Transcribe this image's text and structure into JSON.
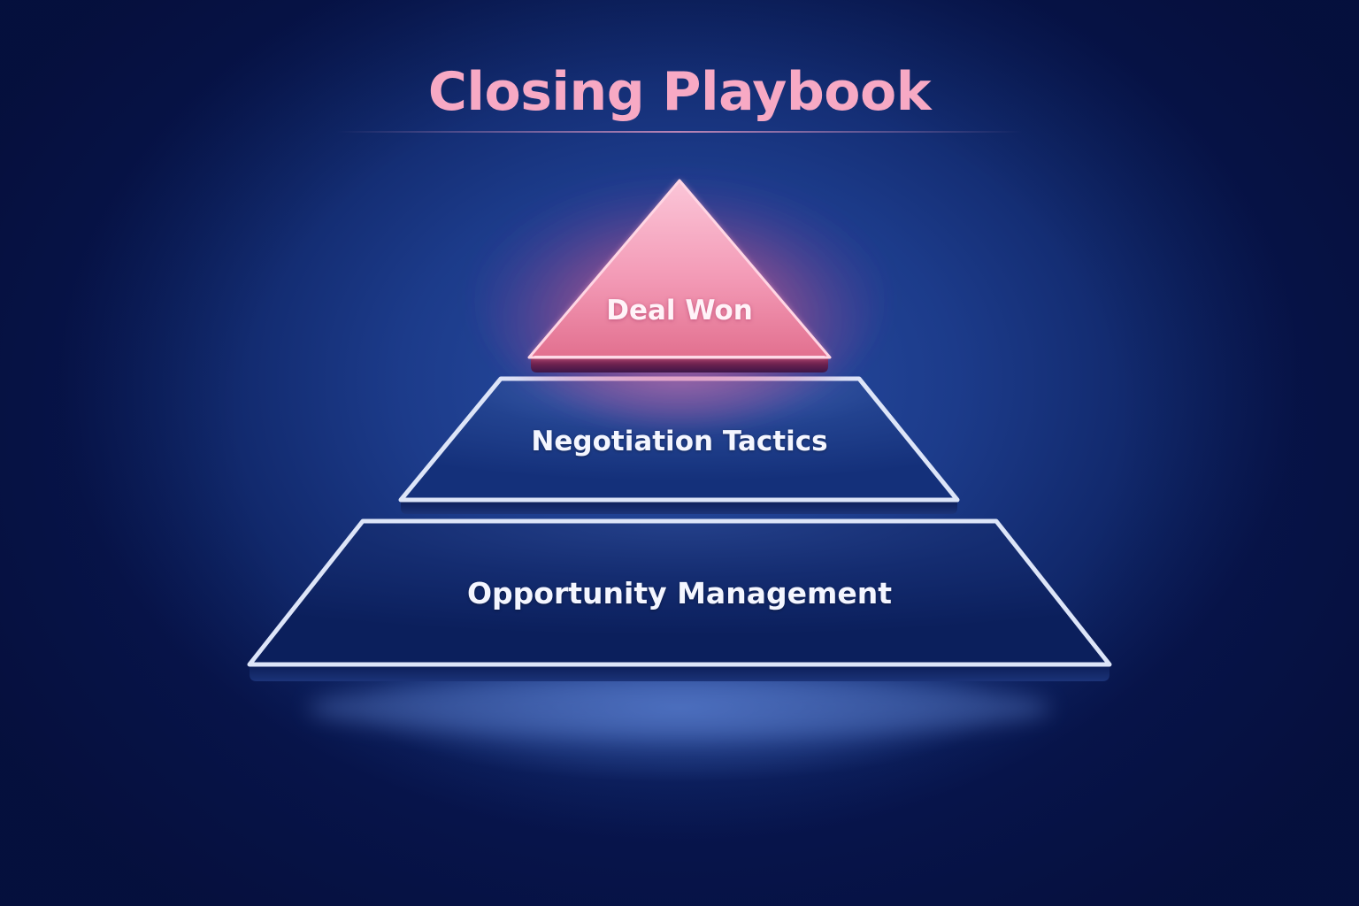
{
  "title": "Closing Playbook",
  "colors": {
    "background": "#0f2566",
    "title": "#f7a9c4",
    "apex_fill": "#f08aa8",
    "tier_fill": "#122a72",
    "tier_border": "#dfe6f8",
    "label_text": "#f4f6ff"
  },
  "pyramid": {
    "tiers": [
      {
        "level": 1,
        "position": "top",
        "shape": "triangle",
        "label": "Deal Won",
        "highlight": true
      },
      {
        "level": 2,
        "position": "middle",
        "shape": "trapezoid",
        "label": "Negotiation Tactics",
        "highlight": false
      },
      {
        "level": 3,
        "position": "bottom",
        "shape": "trapezoid",
        "label": "Opportunity Management",
        "highlight": false
      }
    ]
  }
}
